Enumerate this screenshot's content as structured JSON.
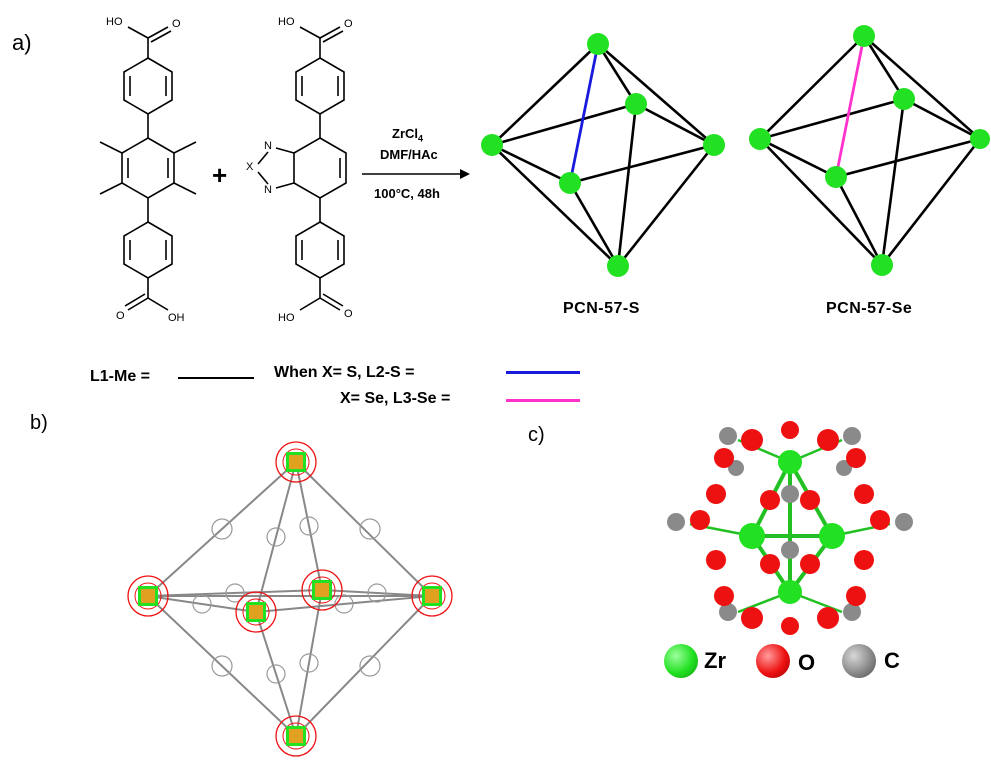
{
  "panel_labels": {
    "a": "a)",
    "b": "b)",
    "c": "c)"
  },
  "reaction": {
    "plus": "+",
    "conditions": {
      "reagent": "ZrCl",
      "reagent_sub": "4",
      "solvent": "DMF/HAc",
      "temp_time": "100°C, 48h"
    },
    "ligand1_groups": {
      "top_oh": "HO",
      "top_o": "O",
      "bottom_o": "O",
      "bottom_oh": "OH"
    },
    "ligand2_groups": {
      "top_oh": "HO",
      "top_o": "O",
      "n1": "N",
      "x": "X",
      "n2": "N",
      "bottom_oh": "HO",
      "bottom_o": "O"
    }
  },
  "products": {
    "s": "PCN-57-S",
    "se": "PCN-57-Se"
  },
  "legend": {
    "l1": "L1-Me =",
    "l2": "When X= S, L2-S =",
    "l3": "X= Se, L3-Se =",
    "l2_color": "#1a1adc",
    "l3_color": "#ff33cc"
  },
  "atom_legend": {
    "zr": "Zr",
    "o": "O",
    "c": "C"
  },
  "colors": {
    "zr": "#22e022",
    "o": "#ee1111",
    "c": "#8a8a8a",
    "bond": "#000000"
  }
}
